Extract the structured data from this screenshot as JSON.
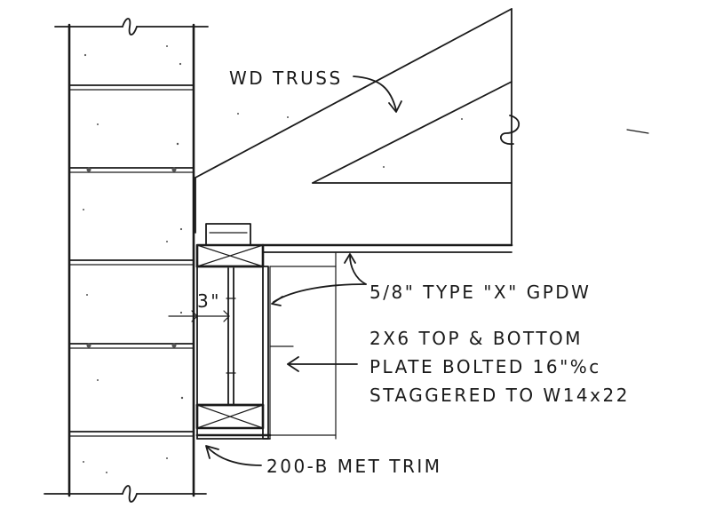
{
  "labels": {
    "truss": "WD TRUSS",
    "dimension": "3\"",
    "gypsum": "5/8\" TYPE \"X\" GPDW",
    "plate_line1": "2X6 TOP & BOTTOM",
    "plate_line2": "PLATE BOLTED 16\"%c",
    "plate_line3": "STAGGERED TO W14x22",
    "trim": "200-B MET TRIM"
  }
}
